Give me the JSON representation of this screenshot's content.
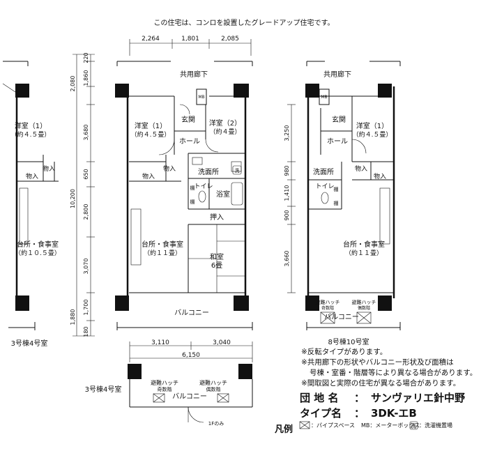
{
  "header_note": "この住宅は、コンロを設置したグレードアップ住宅です。",
  "corridor_label": "共用廊下",
  "mb_label": "MB",
  "dims_top": [
    "2,264",
    "1,801",
    "2,085"
  ],
  "dims_left": [
    "220",
    "2,080",
    "1,860",
    "3,680",
    "650",
    "10,200",
    "2,800",
    "3,070",
    "1,700",
    "1,880",
    "180"
  ],
  "dims_right_unit": [
    "3,250",
    "980",
    "1,410",
    "900",
    "3,660"
  ],
  "dims_bottom": [
    "3,110",
    "3,040",
    "6,150"
  ],
  "rooms": {
    "western1": "洋室（1）",
    "western1_size_center": "（約４.５畳）",
    "western2": "洋室（2）",
    "western2_size": "（約４畳）",
    "entrance": "玄関",
    "hall": "ホール",
    "storage": "物入",
    "washroom": "洗面所",
    "laundry_mark": "洗",
    "toilet": "トイレ",
    "shelf": "棚",
    "bath": "浴室",
    "closet": "押入",
    "kitchen": "台所・食事室",
    "kitchen_size": "（約１１畳）",
    "kitchen_size_left": "（約１０.５畳）",
    "japanese": "和室",
    "japanese_size": "6畳",
    "balcony": "バルコニー",
    "hatch": "避難ハッチ",
    "hatch_odd": "奇数階",
    "hatch_even": "偶数階"
  },
  "unit_labels": {
    "left": "3号棟4号室",
    "right": "8号棟10号室",
    "bottom": "3号棟4号室",
    "first_floor_only": "1Fのみ"
  },
  "notes": [
    "※反転タイプがあります。",
    "※共用廊下の形状やバルコニー形状及び面積は",
    "号棟・室番・階層等により異なる場合があります。",
    "※間取図と実際の住宅が異なる場合があります。"
  ],
  "complex": {
    "name_label": "団 地 名",
    "name_value": "サンヴァリエ針中野",
    "type_label": "タイプ名",
    "type_value": "3DK-エB",
    "colon": "："
  },
  "legend": {
    "label": "凡例",
    "pipe_space": "：パイプスペース",
    "mb": "MB：メーターボックス",
    "washer_mark": "洗",
    "washer": "：洗濯機置場"
  }
}
